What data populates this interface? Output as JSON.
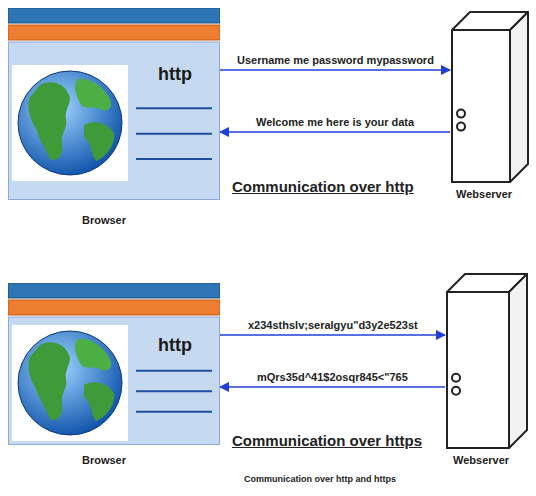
{
  "diagram": {
    "caption": "Communication over http and https",
    "nodes": [
      {
        "text": [
          "http",
          "Browser"
        ]
      },
      {
        "text": [
          "Webserver"
        ]
      },
      {
        "text": [
          "http",
          "Browser"
        ]
      },
      {
        "text": [
          "Webserver"
        ]
      }
    ],
    "edges": [
      {
        "from": 0,
        "to": 1,
        "label": "Username me password mypassword",
        "arrow": "to"
      },
      {
        "from": 1,
        "to": 0,
        "label": "Welcome me here is your data",
        "arrow": "to"
      },
      {
        "from": 2,
        "to": 3,
        "label": "x234sthslv;seralgyu\"d3y2e523st",
        "arrow": "to"
      },
      {
        "from": 3,
        "to": 2,
        "label": "mQrs35d^41$2osqr845<\"765",
        "arrow": "to"
      }
    ],
    "labels": [
      "Communication over http",
      "Communication over https"
    ]
  }
}
